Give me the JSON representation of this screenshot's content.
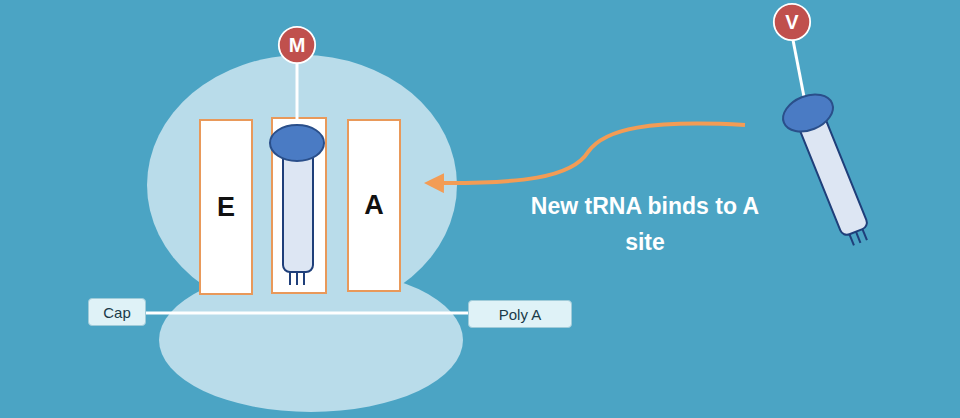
{
  "diagram": {
    "nodes": [
      {
        "text": [
          "M"
        ]
      },
      {
        "text": [
          "V"
        ]
      },
      {
        "text": [
          "E"
        ]
      },
      {
        "text": [
          "A"
        ]
      },
      {
        "text": [
          "Cap"
        ]
      },
      {
        "text": [
          "Poly A"
        ]
      }
    ],
    "edges": [
      {
        "from": 4,
        "to": 5,
        "arrow": "none"
      }
    ],
    "labels": [
      "New tRNA binds to A site"
    ]
  }
}
